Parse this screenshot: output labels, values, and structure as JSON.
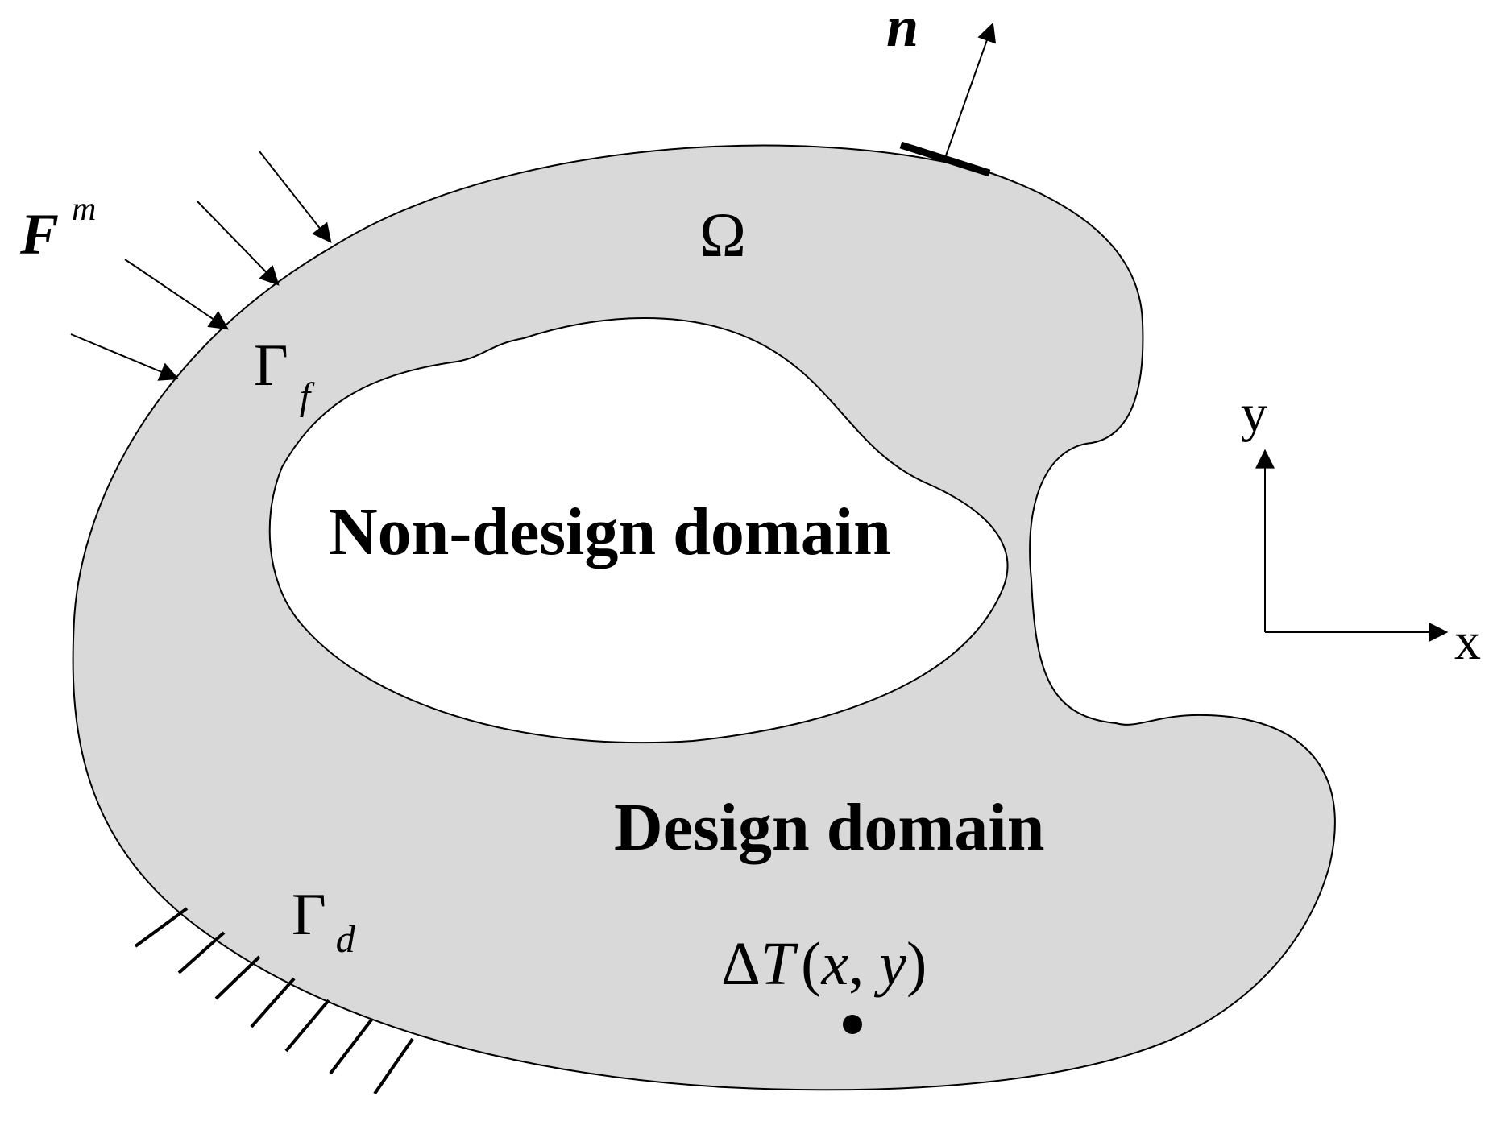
{
  "labels": {
    "normal": "n",
    "force": "F",
    "force_sup": "m",
    "omega": "Ω",
    "gamma_f": "Γ",
    "gamma_f_sub": "f",
    "gamma_d": "Γ",
    "gamma_d_sub": "d",
    "non_design": "Non-design domain",
    "design": "Design domain",
    "delta_t_prefix": "Δ",
    "delta_t_T": "T",
    "delta_t_open": "(",
    "delta_t_x": "x",
    "delta_t_comma": ", ",
    "delta_t_y": "y",
    "delta_t_close": ")",
    "axis_x": "x",
    "axis_y": "y"
  },
  "colors": {
    "design_fill": "#d9d9d9",
    "outline": "#000000",
    "hole_fill": "#ffffff"
  }
}
